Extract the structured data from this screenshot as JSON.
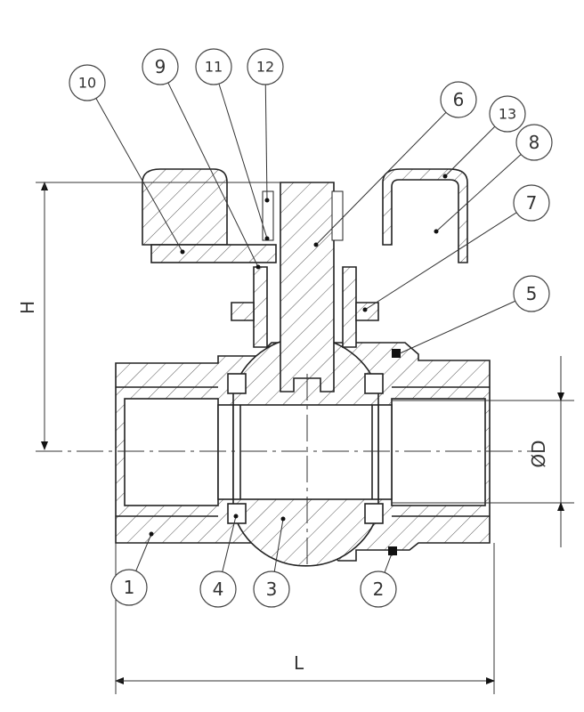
{
  "callouts": [
    "1",
    "2",
    "3",
    "4",
    "5",
    "6",
    "7",
    "8",
    "9",
    "10",
    "11",
    "12",
    "13"
  ],
  "dimensions": {
    "height": "H",
    "length": "L",
    "diameter": "ØD"
  }
}
